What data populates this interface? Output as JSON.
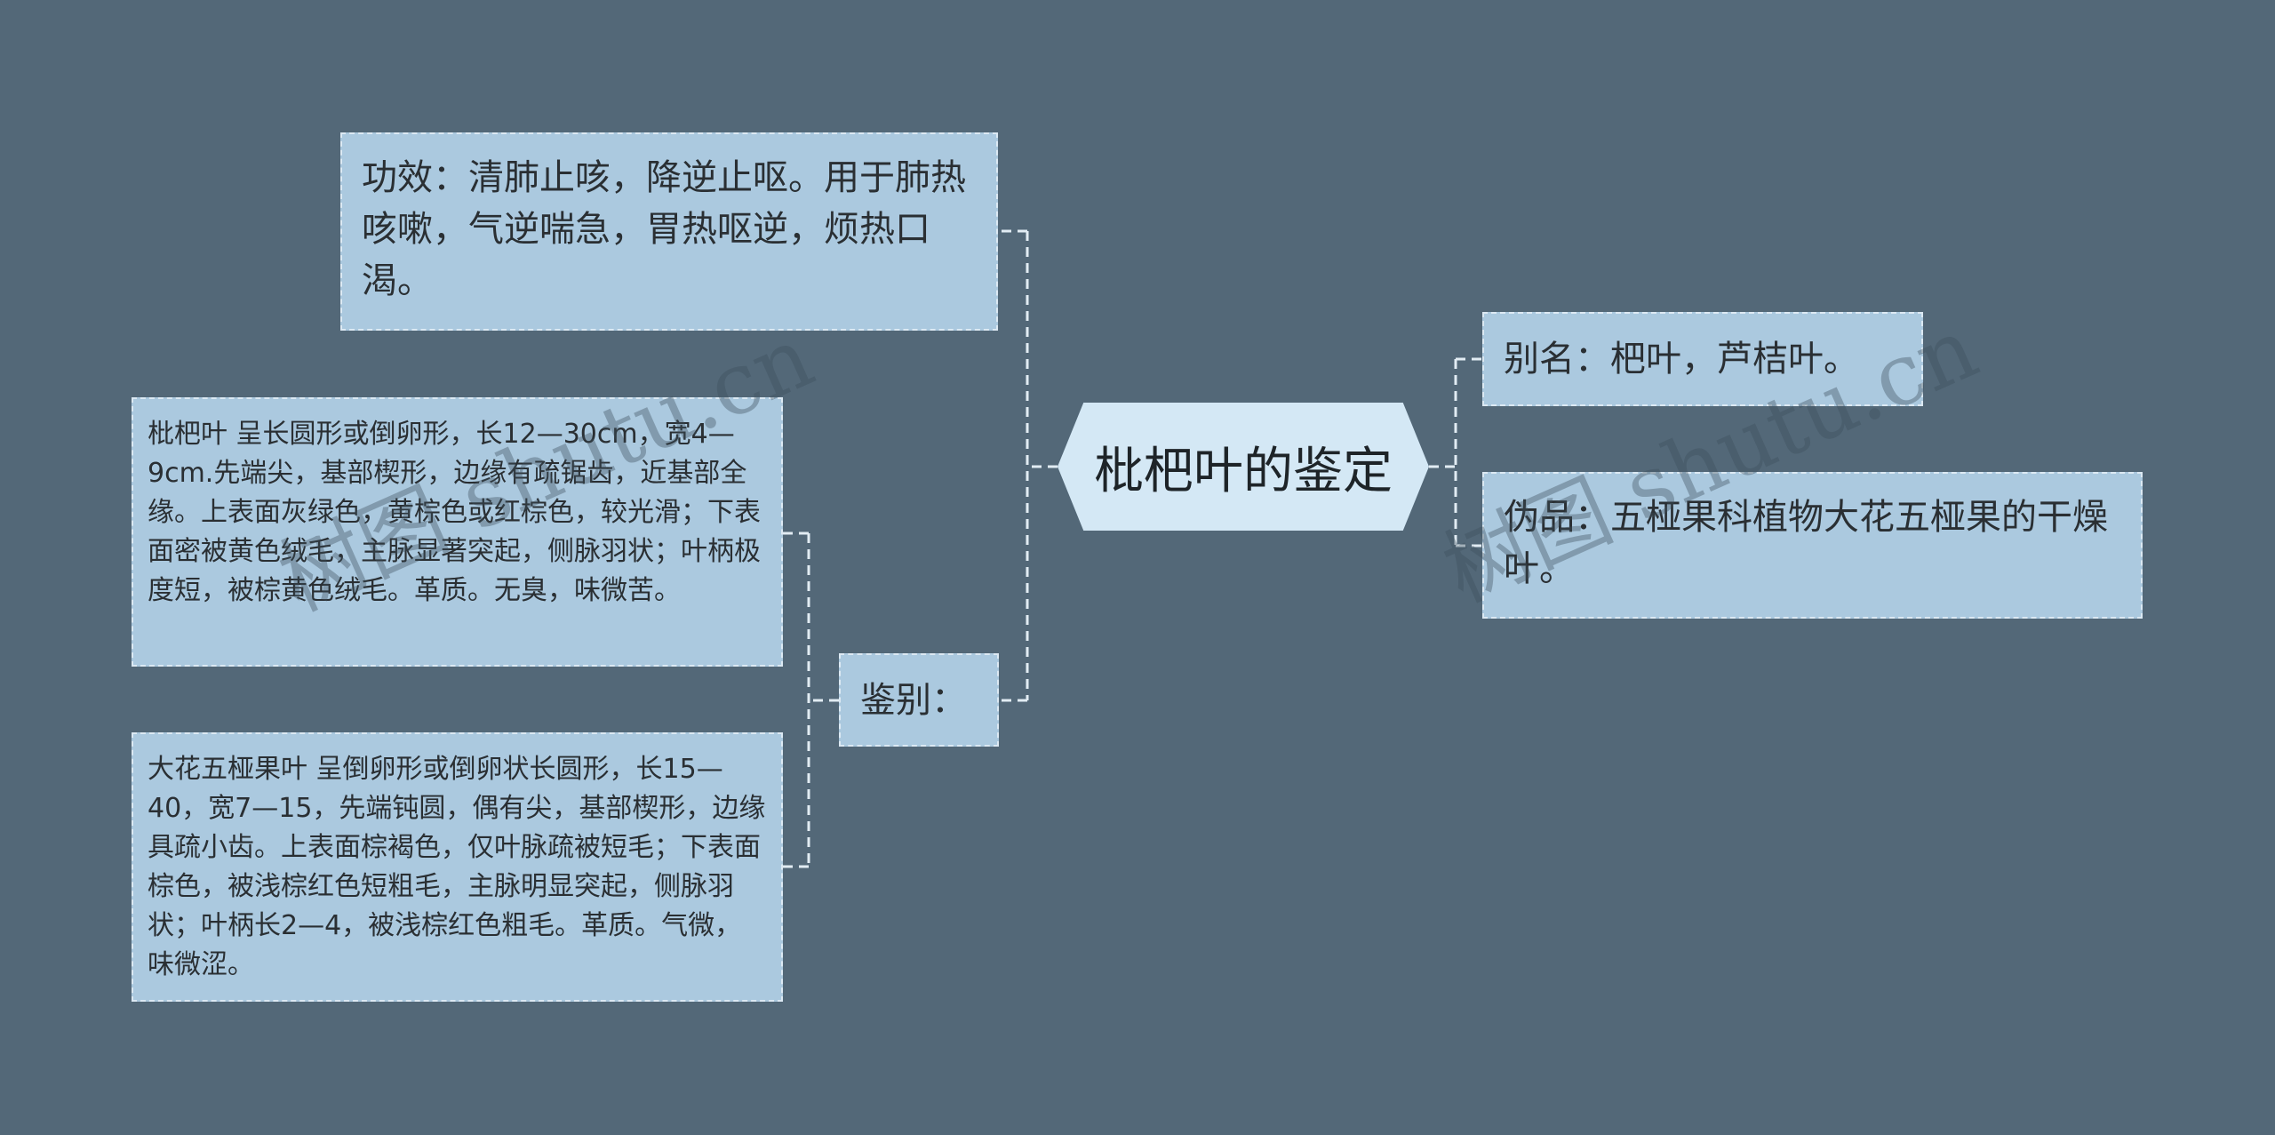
{
  "mindmap": {
    "root": {
      "label": "枇杷叶的鉴定"
    },
    "efficacy": {
      "label": "功效：清肺止咳，降逆止呕。用于肺热咳嗽，气逆喘急，胃热呕逆，烦热口渴。"
    },
    "identify": {
      "label": "鉴别：",
      "details": [
        "枇杷叶 呈长圆形或倒卵形，长12—30cm，宽4—9cm.先端尖，基部楔形，边缘有疏锯齿，近基部全缘。上表面灰绿色，黄棕色或红棕色，较光滑；下表面密被黄色绒毛，主脉显著突起，侧脉羽状；叶柄极度短，被棕黄色绒毛。革质。无臭，味微苦。",
        "大花五桠果叶 呈倒卵形或倒卵状长圆形，长15—40，宽7—15，先端钝圆，偶有尖，基部楔形，边缘具疏小齿。上表面棕褐色，仅叶脉疏被短毛；下表面棕色，被浅棕红色短粗毛，主脉明显突起，侧脉羽状；叶柄长2—4，被浅棕红色粗毛。革质。气微，味微涩。"
      ]
    },
    "alias": {
      "label": "别名：杷叶，芦桔叶。"
    },
    "fake": {
      "label": "伪品：五桠果科植物大花五桠果的干燥叶。"
    }
  },
  "watermark": {
    "left": "树图 shutu.cn",
    "right": "树图 shutu.cn"
  },
  "colors": {
    "background": "#536878",
    "node_fill": "#abc9df",
    "root_fill": "#d4e8f5",
    "connector": "#e2ecf3"
  }
}
